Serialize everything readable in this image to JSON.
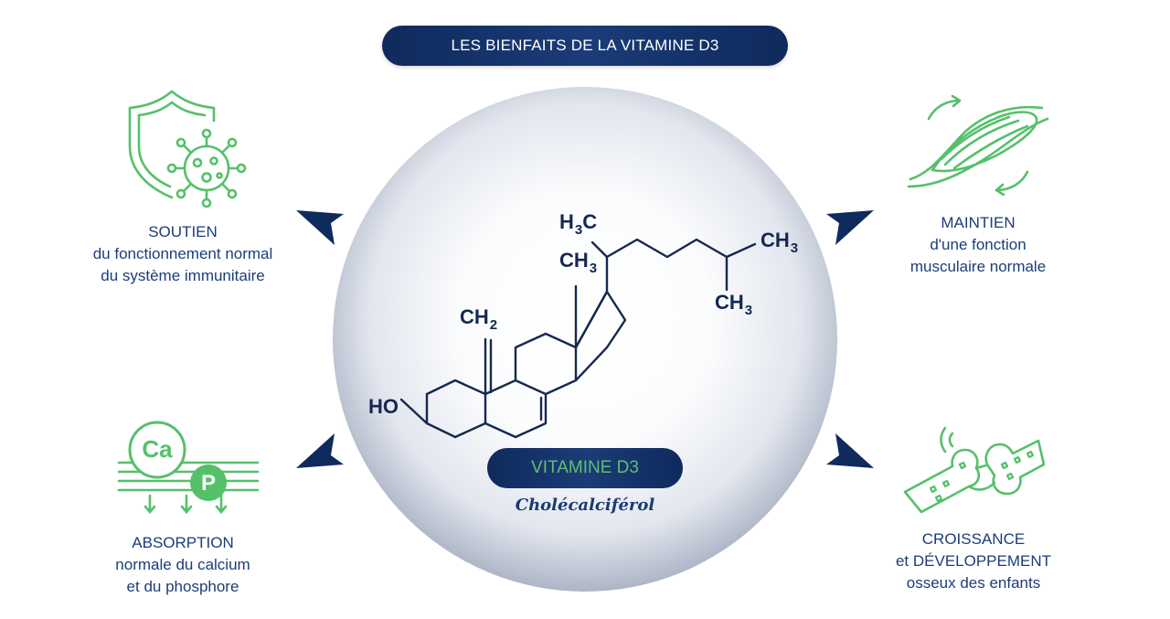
{
  "title": "LES BIENFAITS DE LA VITAMINE D3",
  "center": {
    "badge": "VITAMINE D3",
    "subtitle": "Cholécalciférol"
  },
  "molecule": {
    "groups": {
      "h3c_top": {
        "main": "H",
        "sub": "3",
        "tail": "C"
      },
      "ch3_mid": {
        "main": "CH",
        "sub": "3"
      },
      "ch3_right": {
        "main": "CH",
        "sub": "3"
      },
      "ch3_lower": {
        "main": "CH",
        "sub": "3"
      },
      "ch2": {
        "main": "CH",
        "sub": "2"
      },
      "ho": {
        "main": "HO"
      }
    }
  },
  "benefits": {
    "top_left": {
      "line1": "SOUTIEN",
      "line2": "du fonctionnement normal",
      "line3": "du système immunitaire",
      "icon": "immune-shield-virus-icon"
    },
    "top_right": {
      "line1": "MAINTIEN",
      "line2": "d'une fonction",
      "line3": "musculaire normale",
      "icon": "muscle-icon"
    },
    "bottom_left": {
      "line1": "ABSORPTION",
      "line2": "normale du calcium",
      "line3": "et du phosphore",
      "icon": "calcium-phosphorus-icon",
      "ca": "Ca",
      "p": "P"
    },
    "bottom_right": {
      "line1": "CROISSANCE",
      "line2": "et DÉVELOPPEMENT",
      "line3": "osseux des enfants",
      "icon": "bone-joint-icon"
    }
  },
  "colors": {
    "navy": "#0f2a5c",
    "green": "#5ec06e",
    "icon_green": "#55c06a",
    "label_blue": "#1b3d7a"
  }
}
